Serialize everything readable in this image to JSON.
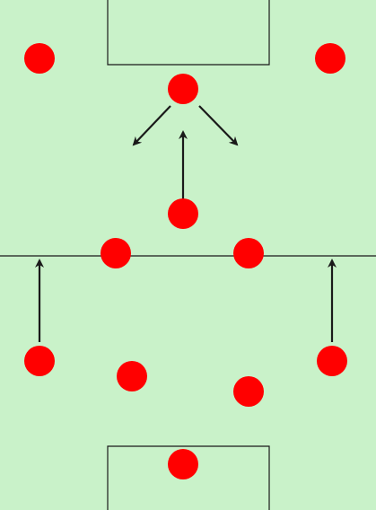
{
  "colors": {
    "pitch": "#c9f2c9",
    "line": "#1a1a1a",
    "player": "#ff0000",
    "arrow": "#1a1a1a"
  },
  "pitch": {
    "markings": [
      "top-penalty-box",
      "halfway-line",
      "bottom-penalty-box"
    ]
  },
  "players": [
    {
      "id": "left-winger"
    },
    {
      "id": "right-winger"
    },
    {
      "id": "forward"
    },
    {
      "id": "attacking-midfielder"
    },
    {
      "id": "left-central-midfielder"
    },
    {
      "id": "right-central-midfielder"
    },
    {
      "id": "left-back"
    },
    {
      "id": "left-centre-back"
    },
    {
      "id": "right-centre-back"
    },
    {
      "id": "right-back"
    },
    {
      "id": "goalkeeper"
    }
  ],
  "arrows": [
    {
      "id": "forward-run-left",
      "direction": "down-left"
    },
    {
      "id": "forward-run-right",
      "direction": "down-right"
    },
    {
      "id": "attacking-midfielder-push-up",
      "direction": "up"
    },
    {
      "id": "left-back-overlap",
      "direction": "up"
    },
    {
      "id": "right-back-overlap",
      "direction": "up"
    }
  ]
}
